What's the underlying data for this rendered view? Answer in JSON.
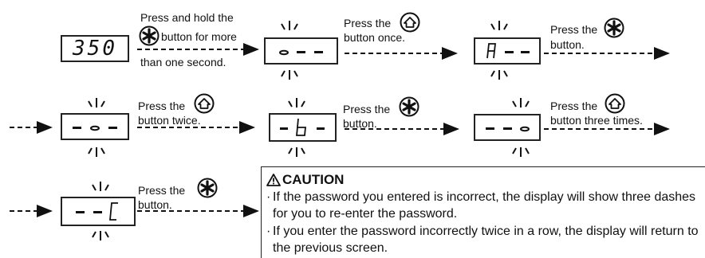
{
  "steps": {
    "s1": {
      "display": "350",
      "text1": "Press and hold the",
      "text2": "button for more",
      "text3": "than one second.",
      "button": "asterisk-button-icon"
    },
    "s2": {
      "display": "",
      "text1": "Press the",
      "text2": "button once.",
      "button": "home-button-icon"
    },
    "s3": {
      "display": "",
      "text1": "Press the",
      "text2": "button.",
      "button": "asterisk-button-icon"
    },
    "s4": {
      "display": "",
      "text1": "Press the",
      "text2": "button twice.",
      "button": "home-button-icon"
    },
    "s5": {
      "display": "",
      "text1": "Press the",
      "text2": "button.",
      "button": "asterisk-button-icon"
    },
    "s6": {
      "display": "",
      "text1": "Press the",
      "text2": "button three times.",
      "button": "home-button-icon"
    },
    "s7": {
      "display": "",
      "text1": "Press the",
      "text2": "button.",
      "button": "asterisk-button-icon"
    }
  },
  "displays": {
    "d2": [
      "small-o",
      "dash",
      "dash"
    ],
    "d3": [
      "A",
      "dash",
      "dash"
    ],
    "d4": [
      "dash",
      "small-o",
      "dash"
    ],
    "d5": [
      "dash",
      "b",
      "dash"
    ],
    "d6": [
      "dash",
      "dash",
      "small-o"
    ],
    "d7": [
      "dash",
      "dash",
      "C"
    ]
  },
  "caution": {
    "title": "CAUTION",
    "icon": "warning-triangle-icon",
    "items": [
      "If the password you entered is incorrect, the display will show three dashes for you to re-enter the password.",
      "If you enter the password incorrectly twice in a row, the display will return to the previous screen."
    ]
  },
  "colors": {
    "ink": "#111111",
    "border": "#222222",
    "background": "#ffffff"
  }
}
